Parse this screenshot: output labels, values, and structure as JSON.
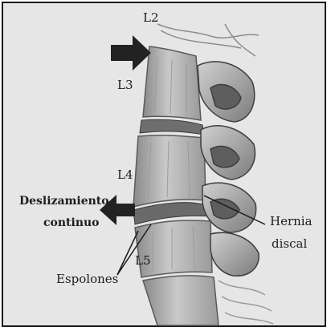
{
  "labels": {
    "l2": "L2",
    "l3": "L3",
    "l4": "L4",
    "l5": "L5",
    "slip_line1": "Deslizamiento",
    "slip_line2": "continuo",
    "hernia_line1": "Hernia",
    "hernia_line2": "discal",
    "spurs": "Espolones"
  },
  "colors": {
    "background": "#e6e6e6",
    "bone_fill": "#bdbdbd",
    "bone_shadow": "#7a7a7a",
    "ink": "#1c1c1c",
    "arrow": "#222222"
  },
  "icons": {
    "arrow_top": "right-arrow-icon",
    "arrow_left": "left-arrow-icon"
  }
}
